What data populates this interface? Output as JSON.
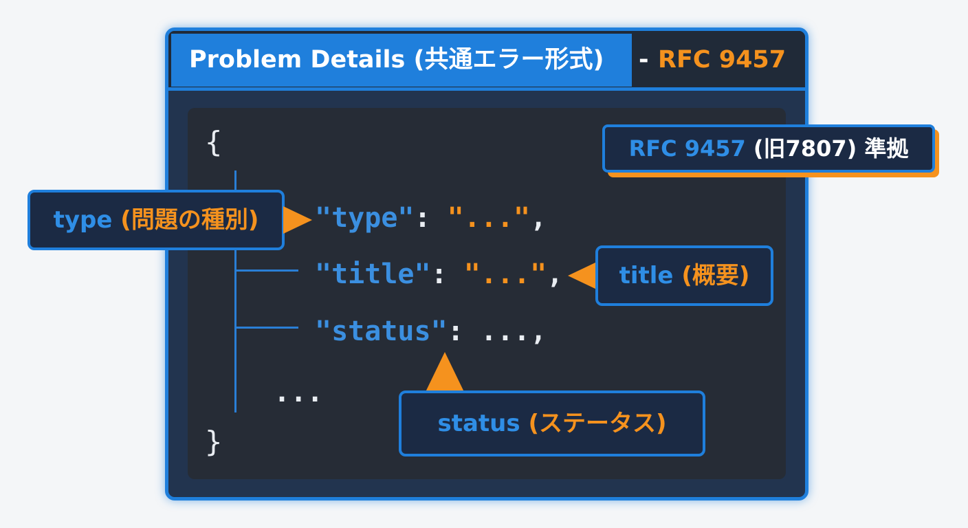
{
  "header": {
    "title_main": "Problem Details (共通エラー形式)",
    "title_separator": "-",
    "title_rfc": "RFC 9457",
    "accent_blue": "#1f7fdc",
    "accent_orange": "#f5921e"
  },
  "code": {
    "open_brace": "{",
    "close_brace": "}",
    "lines": [
      {
        "key": "\"type\"",
        "colon": ": ",
        "value": "\"...\"",
        "trail": ","
      },
      {
        "key": "\"title\"",
        "colon": ": ",
        "value": "\"...\"",
        "trail": ","
      },
      {
        "key": "\"status\"",
        "colon": ": ",
        "value": "...",
        "trail": ","
      }
    ],
    "ellipsis": "..."
  },
  "badge": {
    "rfc": "RFC 9457",
    "old": "(旧7807)",
    "suffix": "準拠"
  },
  "callouts": {
    "type": {
      "name": "type",
      "desc": "(問題の種別)"
    },
    "title": {
      "name": "title",
      "desc": "(概要)"
    },
    "status": {
      "name": "status",
      "desc": "(ステータス)"
    }
  }
}
